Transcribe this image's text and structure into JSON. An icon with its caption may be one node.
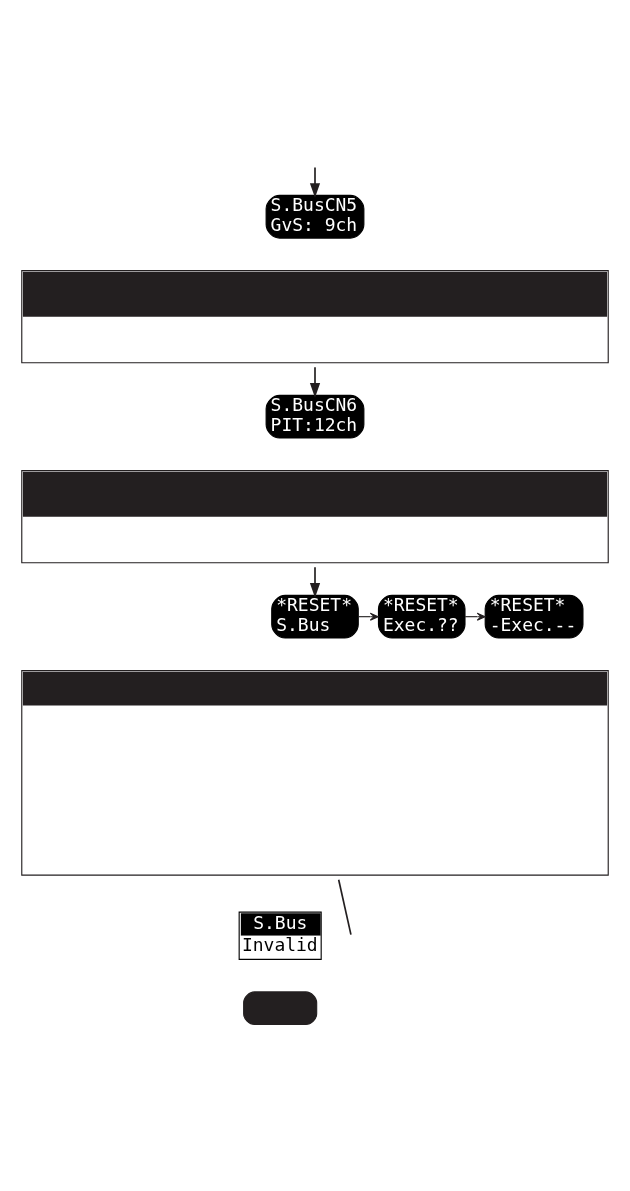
{
  "diagram": {
    "nodes": [
      {
        "text": [
          "S.BusCN5",
          "GvS: 9ch"
        ]
      },
      {
        "text": [],
        "shape": "box"
      },
      {
        "text": [
          "S.BusCN6",
          "PIT:12ch"
        ]
      },
      {
        "text": [],
        "shape": "box"
      },
      {
        "text": [
          "*RESET*",
          "S.Bus"
        ]
      },
      {
        "text": [
          "*RESET*",
          "Exec.??"
        ]
      },
      {
        "text": [
          "*RESET*",
          "-Exec.--"
        ]
      },
      {
        "text": [],
        "shape": "box"
      },
      {
        "text": [
          "S.Bus",
          "Invalid"
        ]
      },
      {
        "text": [],
        "shape": "box"
      }
    ],
    "edges": [
      {
        "from": null,
        "to": 0,
        "arrow": "to"
      },
      {
        "from": 1,
        "to": 2,
        "arrow": "to"
      },
      {
        "from": 3,
        "to": 4,
        "arrow": "to"
      },
      {
        "from": 4,
        "to": 5,
        "arrow": "to"
      },
      {
        "from": 5,
        "to": 6,
        "arrow": "to"
      },
      {
        "from": 7,
        "to": null,
        "arrow": "none"
      }
    ]
  }
}
